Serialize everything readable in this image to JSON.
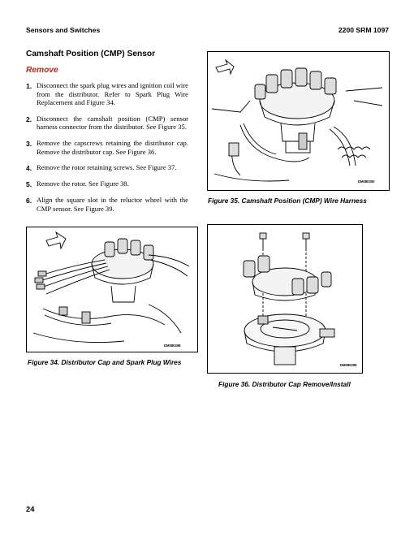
{
  "header": {
    "left": "Sensors and Switches",
    "right": "2200 SRM 1097"
  },
  "section": {
    "title": "Camshaft Position (CMP) Sensor",
    "subheading": "Remove"
  },
  "steps": [
    {
      "num": "1.",
      "text": "Disconnect the spark plug wires and ignition coil wire from the distributor. Refer to Spark Plug Wire Replacement and Figure 34."
    },
    {
      "num": "2.",
      "text": "Disconnect the camshaft position (CMP) sensor harness connector from the distributor. See Figure 35."
    },
    {
      "num": "3.",
      "text": "Remove the capscrews retaining the distributor cap. Remove the distributor cap. See Figure 36."
    },
    {
      "num": "4.",
      "text": "Remove the rotor retaining screws. See Figure 37."
    },
    {
      "num": "5.",
      "text": "Remove the rotor. See Figure 38."
    },
    {
      "num": "6.",
      "text": "Align the square slot in the reluctor wheel with the CMP sensor. See Figure 39."
    }
  ],
  "figures": {
    "fig34": {
      "caption": "Figure 34. Distributor Cap and Spark Plug Wires",
      "id_label": "DM080298"
    },
    "fig35": {
      "caption": "Figure 35. Camshaft Position (CMP) Wire Harness",
      "id_label": "DM080300"
    },
    "fig36": {
      "caption": "Figure 36. Distributor Cap Remove/Install",
      "id_label": "DM080299"
    }
  },
  "footer": {
    "page_number": "24"
  }
}
